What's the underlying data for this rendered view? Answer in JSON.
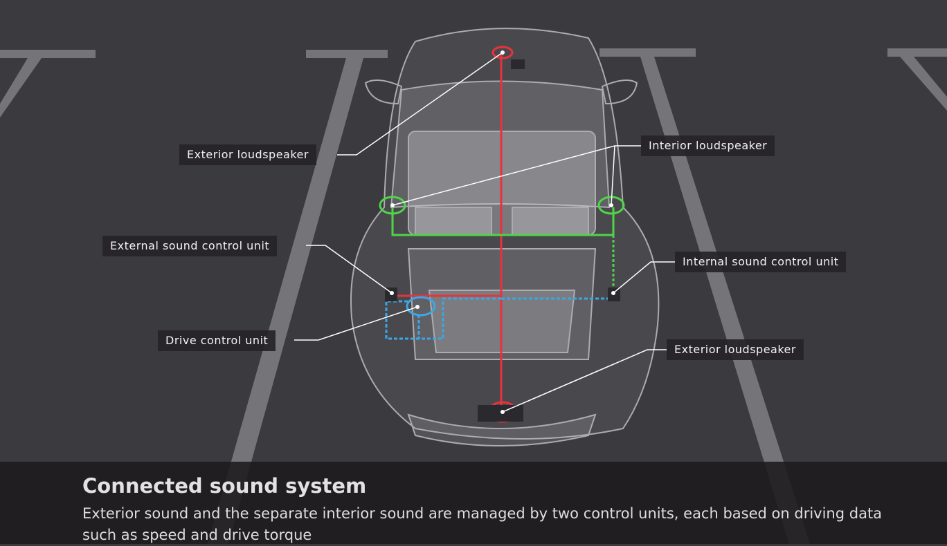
{
  "labels": {
    "exterior_loudspeaker_front": "Exterior loudspeaker",
    "interior_loudspeaker": "Interior loudspeaker",
    "external_sound_control_unit": "External sound control unit",
    "internal_sound_control_unit": "Internal sound control unit",
    "drive_control_unit": "Drive control unit",
    "exterior_loudspeaker_rear": "Exterior loudspeaker"
  },
  "caption": {
    "title": "Connected sound system",
    "body": "Exterior sound and the separate interior sound are managed by two control units, each based on driving data such as speed and drive torque"
  },
  "colors": {
    "exterior_circuit": "#e8323c",
    "interior_circuit": "#4fd54a",
    "drive_circuit": "#3aa8e8"
  }
}
